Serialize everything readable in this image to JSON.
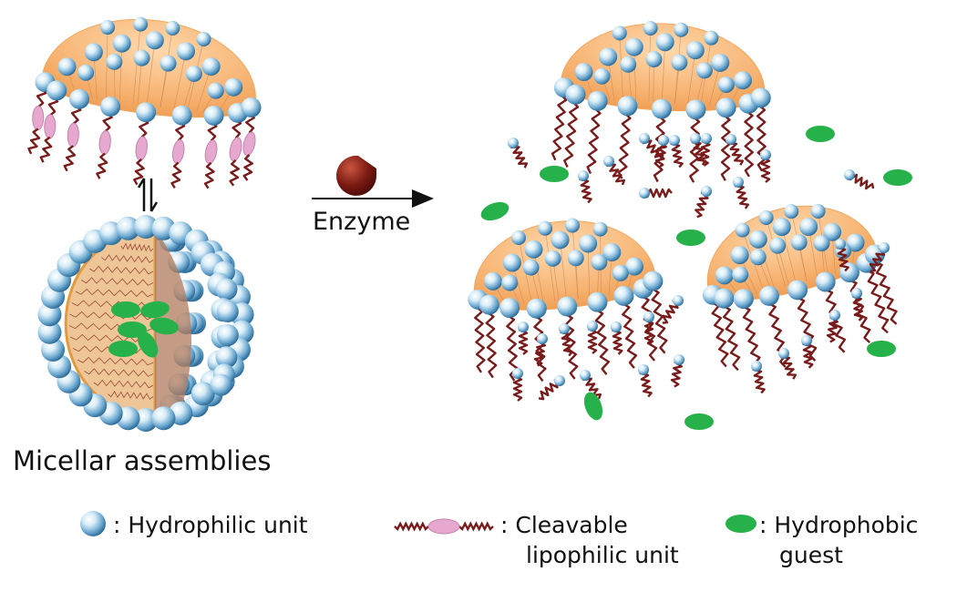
{
  "caption": "Micellar assemblies",
  "enzyme_label": "Enzyme",
  "legend": {
    "hydrophilic": ": Hydrophilic unit",
    "lipophilic_line1": ": Cleavable",
    "lipophilic_line2": "lipophilic unit",
    "guest_line1": ": Hydrophobic",
    "guest_line2": "guest"
  },
  "colors": {
    "shell": "#f6b16e",
    "bead_light": "#e8f4fb",
    "bead_dark": "#3d7fae",
    "tail": "#7a1b1b",
    "lipo_oval": "#e7a8cf",
    "guest": "#26b14a",
    "enzyme": "#7a1a12",
    "core": "#edc597"
  },
  "icons": [
    "hydrophilic-bead-icon",
    "cleavable-lipophilic-icon",
    "hydrophobic-guest-icon",
    "enzyme-pacman-icon",
    "equilibrium-arrows-icon",
    "reaction-arrow-icon"
  ]
}
